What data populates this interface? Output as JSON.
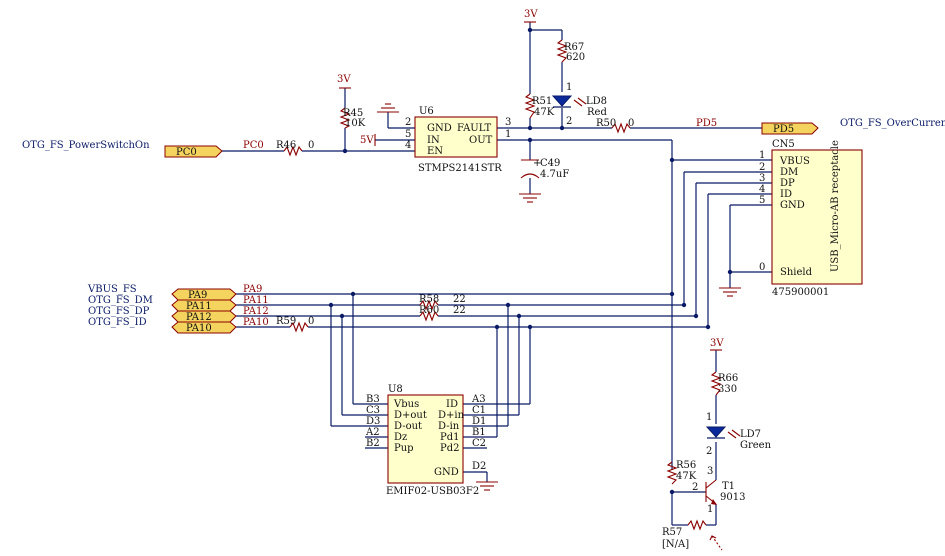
{
  "colors": {
    "wire": "#0a1a66",
    "component": "#8b0000",
    "body_fill": "#ffffcc",
    "port_fill": "#f4d35e",
    "led_fill": "#0a2a9c"
  },
  "signals": {
    "powerswitch": "OTG_FS_PowerSwitchOn",
    "overcurrent": "OTG_FS_OverCurrent",
    "vbus": "VBUS_FS",
    "dm": "OTG_FS_DM",
    "dp": "OTG_FS_DP",
    "id": "OTG_FS_ID"
  },
  "ports": {
    "pc0": "PC0",
    "pd5": "PD5",
    "pa9": "PA9",
    "pa11": "PA11",
    "pa12": "PA12",
    "pa10": "PA10"
  },
  "nets": {
    "pc0": "PC0",
    "pd5": "PD5",
    "pa9": "PA9",
    "pa11": "PA11",
    "pa12": "PA12",
    "pa10": "PA10"
  },
  "power": {
    "v3_top": "3V",
    "v3_r45": "3V",
    "v3_r66": "3V",
    "v5": "5V"
  },
  "u6": {
    "ref": "U6",
    "part": "STMPS2141STR",
    "pins": {
      "gnd": "GND",
      "in": "IN",
      "en": "EN",
      "fault": "FAULT",
      "out": "OUT"
    },
    "pin_numbers": {
      "gnd": "2",
      "in": "5",
      "en": "4",
      "fault": "3",
      "out": "1"
    }
  },
  "r45": {
    "ref": "R45",
    "value": "10K"
  },
  "r46": {
    "ref": "R46",
    "value": "0"
  },
  "r67": {
    "ref": "R67",
    "value": "620"
  },
  "r51": {
    "ref": "R51",
    "value": "47K"
  },
  "r50": {
    "ref": "R50",
    "value": "0"
  },
  "ld8": {
    "ref": "LD8",
    "color": "Red",
    "pin1": "1",
    "pin2": "2"
  },
  "c49": {
    "ref": "C49",
    "value": "4.7uF",
    "plus": "+"
  },
  "cn5": {
    "ref": "CN5",
    "part": "475900001",
    "desc": "USB_Micro-AB receptacle",
    "pins": [
      "VBUS",
      "DM",
      "DP",
      "ID",
      "GND",
      "Shield"
    ],
    "pin_numbers": [
      "1",
      "2",
      "3",
      "4",
      "5",
      "0"
    ]
  },
  "r58": {
    "ref": "R58",
    "value": "22"
  },
  "r60": {
    "ref": "R60",
    "value": "22"
  },
  "r59": {
    "ref": "R59",
    "value": "0"
  },
  "u8": {
    "ref": "U8",
    "part": "EMIF02-USB03F2",
    "left_pins": [
      "Vbus",
      "D+out",
      "D-out",
      "Dz",
      "Pup"
    ],
    "left_balls": [
      "B3",
      "C3",
      "D3",
      "A2",
      "B2"
    ],
    "right_pins": [
      "ID",
      "D+in",
      "D-in",
      "Pd1",
      "Pd2",
      "GND"
    ],
    "right_balls": [
      "A3",
      "C1",
      "D1",
      "B1",
      "C2",
      "D2"
    ]
  },
  "r66": {
    "ref": "R66",
    "value": "330"
  },
  "ld7": {
    "ref": "LD7",
    "color": "Green",
    "pin1": "1",
    "pin2": "2"
  },
  "r56": {
    "ref": "R56",
    "value": "47K"
  },
  "t1": {
    "ref": "T1",
    "part": "9013",
    "pin_b": "2",
    "pin_c": "3",
    "pin_e": "1"
  },
  "r57": {
    "ref": "R57",
    "value": "[N/A]"
  }
}
